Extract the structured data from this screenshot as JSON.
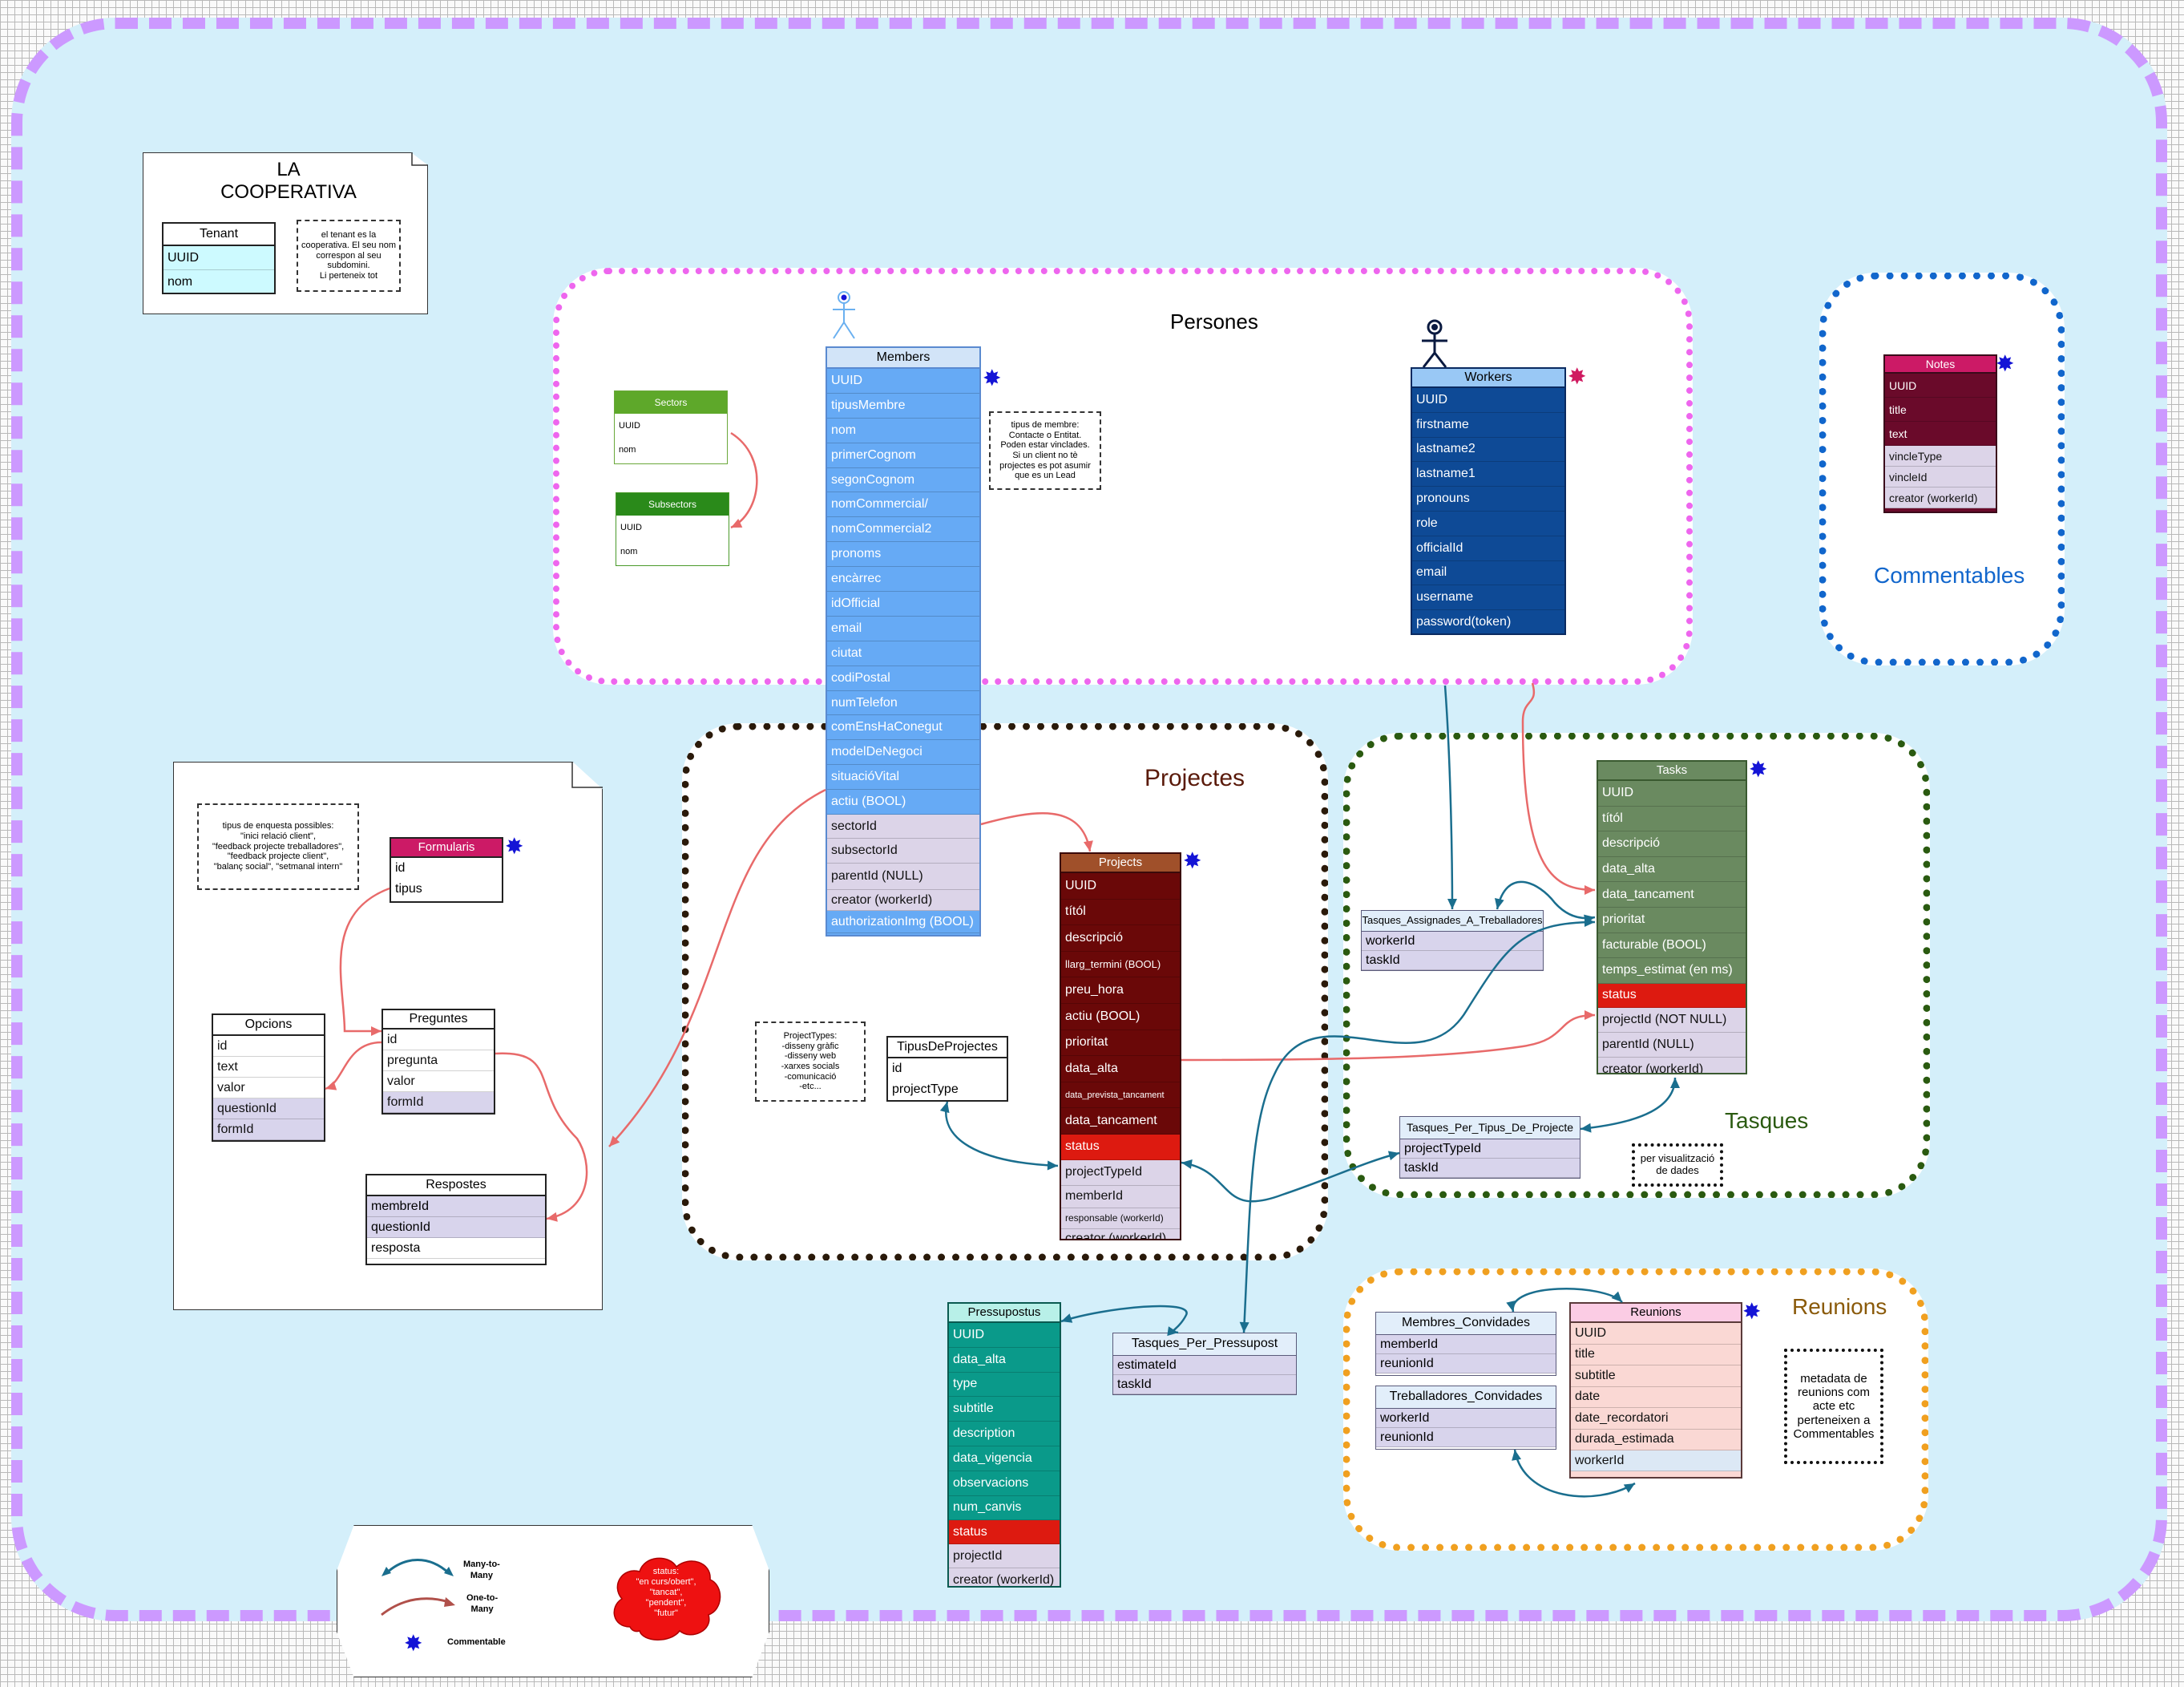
{
  "groups": {
    "cooperativa": {
      "color": "#cc99ff"
    },
    "persones": {
      "title": "Persones",
      "color": "#ee66ee"
    },
    "commentables": {
      "title": "Commentables",
      "color": "#1166cc"
    },
    "projectes": {
      "title": "Projectes",
      "color": "#2a1a0a"
    },
    "tasques": {
      "title": "Tasques",
      "color": "#2a5a10"
    },
    "reunions": {
      "title": "Reunions",
      "color": "#f0a020"
    }
  },
  "tenant_box": {
    "title": "LA\nCOOPERATIVA",
    "table": {
      "header": "Tenant",
      "rows": [
        "UUID",
        "nom"
      ]
    },
    "note": "el tenant es la cooperativa. El seu nom correspon al seu subdomini.\nLi perteneix tot"
  },
  "sectors": {
    "header": "Sectors",
    "rows": [
      "UUID",
      "nom"
    ]
  },
  "subsectors": {
    "header": "Subsectors",
    "rows": [
      "UUID",
      "nom"
    ]
  },
  "members": {
    "header": "Members",
    "rows": [
      "UUID",
      "tipusMembre",
      "nom",
      "primerCognom",
      "segonCognom",
      "nomCommercial/",
      "nomCommercial2",
      "pronoms",
      "encàrrec",
      "idOfficial",
      "email",
      "ciutat",
      "codiPostal",
      "numTelefon",
      "comEnsHaConegut",
      "modelDeNegoci",
      "situacióVital",
      "actiu (BOOL)"
    ],
    "fk_rows": [
      "sectorId",
      "subsectorId",
      "parentId (NULL)",
      "creator (workerId)",
      "authorizationImg (BOOL)"
    ],
    "note": "tipus de membre:\nContacte o Entitat.\nPoden estar vinclades.\nSi un client no tè projectes es pot asumir que es un Lead"
  },
  "workers": {
    "header": "Workers",
    "rows": [
      "UUID",
      "firstname",
      "lastname2",
      "lastname1",
      "pronouns",
      "role",
      "officialId",
      "email",
      "username",
      "password(token)"
    ]
  },
  "notes": {
    "header": "Notes",
    "rows": [
      "UUID",
      "title",
      "text"
    ],
    "fk_rows": [
      "vincleType",
      "vincleId",
      "creator (workerId)"
    ]
  },
  "projects": {
    "header": "Projects",
    "rows": [
      "UUID",
      "títól",
      "descripció",
      "llarg_termini (BOOL)",
      "preu_hora",
      "actiu (BOOL)",
      "prioritat",
      "data_alta",
      "data_prevista_tancament",
      "data_tancament"
    ],
    "status": "status",
    "fk_rows": [
      "projectTypeId",
      "memberId",
      "responsable (workerId)",
      "creator (workerId)"
    ]
  },
  "project_types_note": "ProjectTypes:\n-disseny gràfic\n-disseny web\n-xarxes socials\n-comunicació\n-etc...",
  "tipus_de_projectes": {
    "header": "TipusDeProjectes",
    "rows": [
      "id",
      "projectType"
    ]
  },
  "tasks": {
    "header": "Tasks",
    "rows": [
      "UUID",
      "títól",
      "descripció",
      "data_alta",
      "data_tancament",
      "prioritat",
      "facturable (BOOL)",
      "temps_estimat (en ms)"
    ],
    "status": "status",
    "fk_rows": [
      "projectId (NOT NULL)",
      "parentId (NULL)",
      "creator (workerId)"
    ]
  },
  "tasques_assignades": {
    "header": "Tasques_Assignades_A_Treballadores",
    "rows": [
      "workerId",
      "taskId"
    ]
  },
  "tasques_per_tipus": {
    "header": "Tasques_Per_Tipus_De_Projecte",
    "rows": [
      "projectTypeId",
      "taskId"
    ]
  },
  "visualitzacio_note": "per visualització\nde dades",
  "pressupostus": {
    "header": "Pressupostus",
    "rows": [
      "UUID",
      "data_alta",
      "type",
      "subtitle",
      "description",
      "data_vigencia",
      "observacions",
      "num_canvis"
    ],
    "status": "status",
    "fk_rows": [
      "projectId",
      "creator (workerId)"
    ]
  },
  "tasques_per_pressupost": {
    "header": "Tasques_Per_Pressupost",
    "rows": [
      "estimateId",
      "taskId"
    ]
  },
  "membres_convidades": {
    "header": "Membres_Convidades",
    "rows": [
      "memberId",
      "reunionId"
    ]
  },
  "treballadores_convidades": {
    "header": "Treballadores_Convidades",
    "rows": [
      "workerId",
      "reunionId"
    ]
  },
  "reunions": {
    "header": "Reunions",
    "rows": [
      "UUID",
      "title",
      "subtitle",
      "date",
      "date_recordatori",
      "durada_estimada"
    ],
    "fk_rows": [
      "workerId"
    ]
  },
  "reunions_note": "metadata de\nreunions com\nacte etc\nperteneixen a\nCommentables",
  "formularis_doc": {
    "note": "tipus de enquesta possibles:\n\"inici relació client\",\n\"feedback projecte treballadores\",\n\"feedback projecte client\",\n\"balanç social\", \"setmanal intern\"",
    "formularis": {
      "header": "Formularis",
      "rows": [
        "id",
        "tipus"
      ]
    },
    "opcions": {
      "header": "Opcions",
      "rows": [
        "id",
        "text",
        "valor"
      ],
      "fk_rows": [
        "questionId",
        "formId"
      ]
    },
    "preguntes": {
      "header": "Preguntes",
      "rows": [
        "id",
        "pregunta",
        "valor"
      ],
      "fk_rows": [
        "formId"
      ]
    },
    "respostes": {
      "header": "Respostes",
      "rows": [
        "membreId",
        "questionId",
        "resposta"
      ]
    }
  },
  "legend": {
    "many_to_many": "Many-to-\nMany",
    "one_to_many": "One-to-\nMany",
    "commentable": "Commentable",
    "status_cloud": "status:\n\"en curs/obert\",\n\"tancat\",\n\"pendent\",\n\"futur\""
  },
  "colors": {
    "canvas": "#d4effa",
    "many_to_many": "#1a6e8e",
    "one_to_many": "#e86a6a",
    "commentable_star": "#1414d6"
  }
}
